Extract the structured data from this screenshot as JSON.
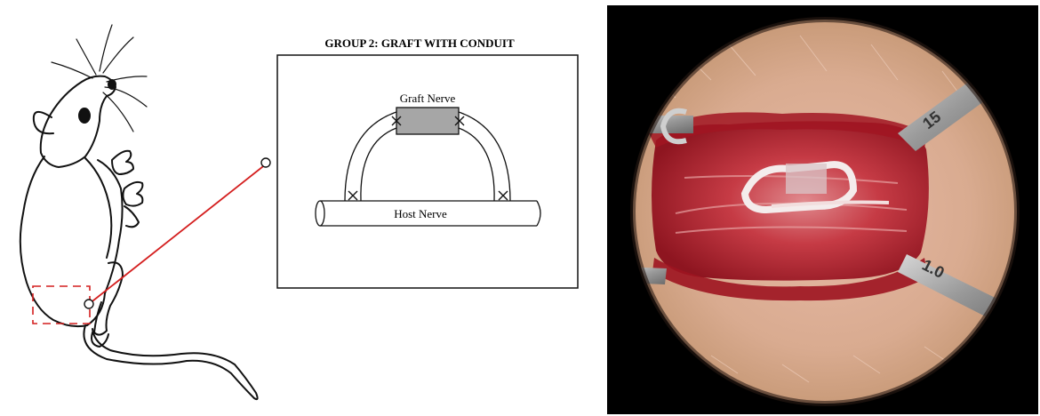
{
  "panel_diagram": {
    "title": "GROUP 2: GRAFT WITH CONDUIT",
    "graft_label": "Graft Nerve",
    "host_label": "Host Nerve"
  },
  "photo": {
    "retractor_labels": [
      "15",
      "1.0"
    ]
  },
  "colors": {
    "connector_line": "#d41f1f",
    "graft_fill": "#a6a6a6",
    "photo_surround": "#000000",
    "tissue": "#b81f2c"
  }
}
